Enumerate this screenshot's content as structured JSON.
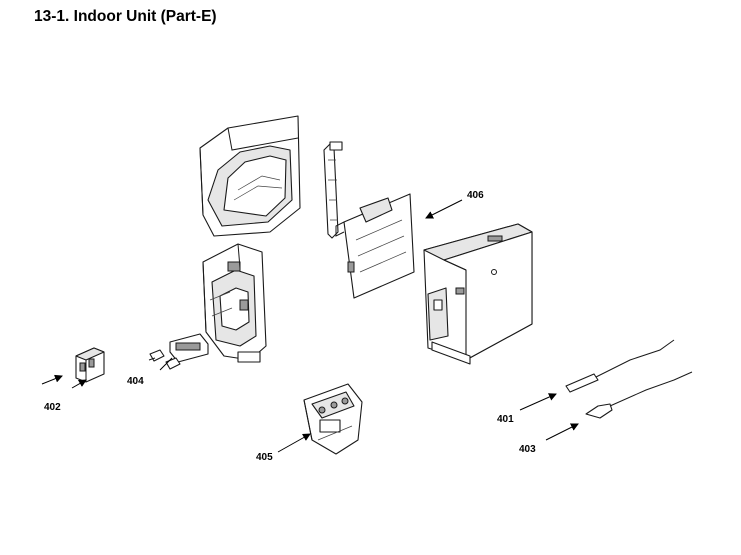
{
  "page": {
    "title": "13-1.  Indoor Unit (Part-E)"
  },
  "callouts": {
    "c401": "401",
    "c402": "402",
    "c403": "403",
    "c404": "404",
    "c405": "405",
    "c406": "406"
  }
}
